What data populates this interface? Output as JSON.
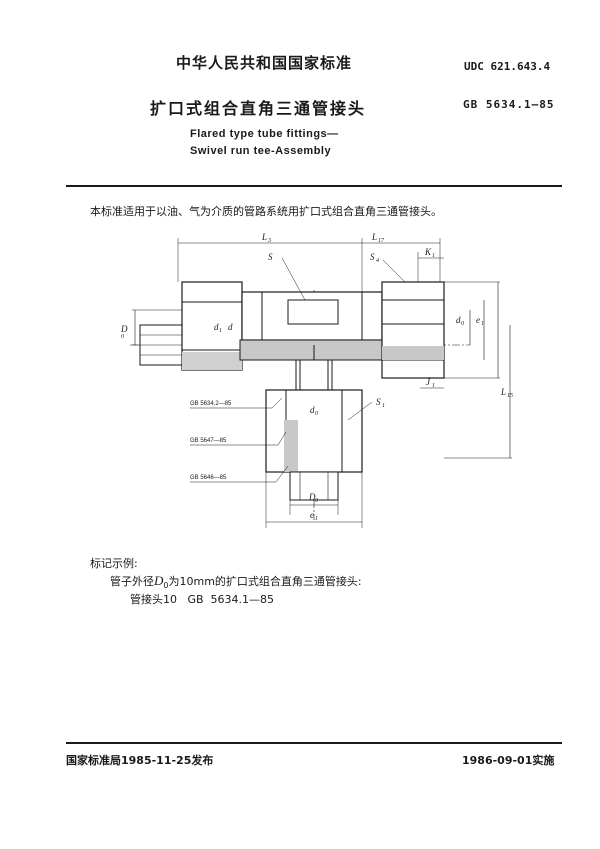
{
  "header": {
    "org": "中华人民共和国国家标准",
    "udc": "UDC 621.643.4",
    "title": "扩口式组合直角三通管接头",
    "gb": "GB 5634.1—85",
    "en_title_1": "Flared type tube fittings—",
    "en_title_2": "Swivel run tee-Assembly"
  },
  "intro": "本标准适用于以油、气为介质的管路系统用扩口式组合直角三通管接头。",
  "drawing": {
    "dims": {
      "L3": "L",
      "L3_sub": "3",
      "L17": "L",
      "L17_sub": "17",
      "K1": "K",
      "K1_sub": "1",
      "S": "S",
      "S4": "S",
      "S4_sub": "4",
      "S1": "S",
      "S1_sub": "1",
      "D0": "D",
      "D0_sub": "0",
      "d0": "d",
      "d0_sub": "0",
      "d1": "d",
      "d1_sub": "1",
      "d": "d",
      "d0_right": "d",
      "d0_right_sub": "0",
      "e1": "e",
      "e1_sub": "1",
      "e1_right": "e",
      "e1_right_sub": "1",
      "J1": "J",
      "J1_sub": "1",
      "L15": "L",
      "L15_sub": "15",
      "D0_bottom": "D",
      "D0_bottom_sub": "0"
    },
    "callouts": [
      "GB 5634.2—85",
      "GB 5647—85",
      "GB 5646—85"
    ]
  },
  "example": {
    "heading": "标记示例:",
    "line1_pre": "管子外径",
    "line1_sym": "D",
    "line1_sub": "0",
    "line1_post": "为10mm的扩口式组合直角三通管接头:",
    "line2": "管接头10   GB  5634.1—85"
  },
  "footer": {
    "issued": "国家标准局1985-11-25发布",
    "effective": "1986-09-01实施"
  }
}
